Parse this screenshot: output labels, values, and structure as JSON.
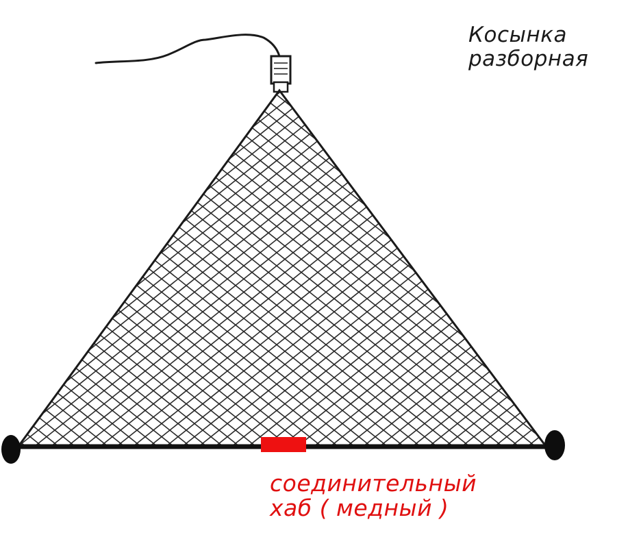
{
  "title": {
    "line1": "Косынка",
    "line2": "разборная"
  },
  "hub_caption": {
    "line1": "соединительный",
    "line2": "хаб ( медный )"
  },
  "colors": {
    "outline": "#1a1a1a",
    "net": "#2a2a2a",
    "hub": "#ee1111",
    "hub_text": "#e01010",
    "background": "#ffffff"
  }
}
